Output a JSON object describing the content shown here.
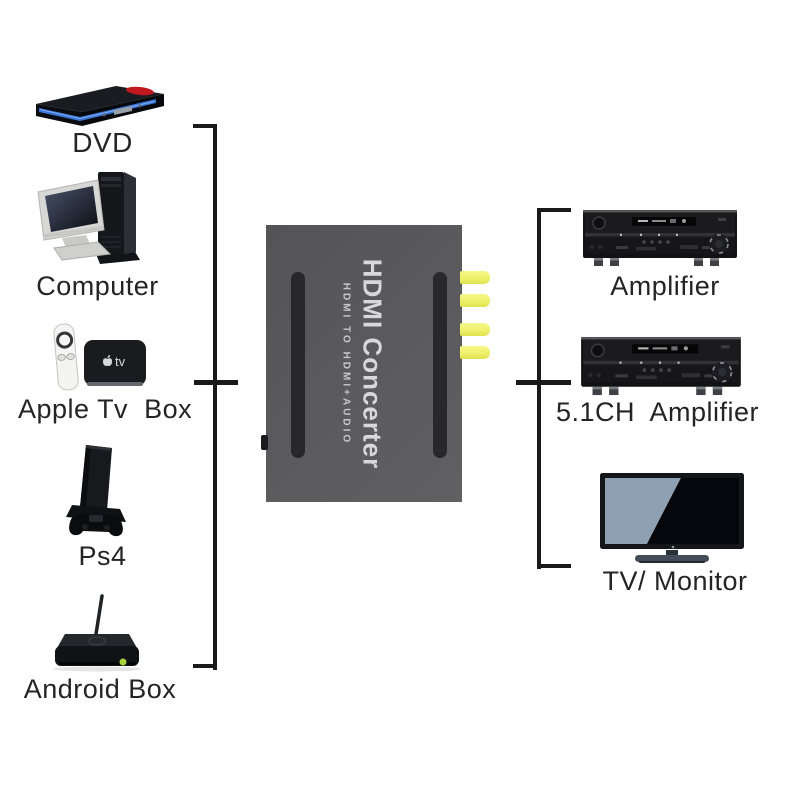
{
  "diagram": {
    "converter": {
      "title": "HDMI Concerter",
      "subtitle": "HDMI TO HDMI+AUDIO",
      "ports": [
        "rca-audio-out-1",
        "rca-audio-out-2",
        "rca-audio-out-3",
        "rca-audio-out-4"
      ]
    },
    "sources": [
      {
        "label": "DVD",
        "icon": "dvd-player-icon"
      },
      {
        "label": "Computer",
        "icon": "desktop-computer-icon"
      },
      {
        "label": "Apple Tv  Box",
        "icon": "apple-tv-box-icon"
      },
      {
        "label": "Ps4",
        "icon": "ps4-console-icon"
      },
      {
        "label": "Android Box",
        "icon": "android-box-icon"
      }
    ],
    "outputs": [
      {
        "label": "Amplifier",
        "icon": "av-receiver-icon"
      },
      {
        "label": "5.1CH  Amplifier",
        "icon": "av-receiver-icon"
      },
      {
        "label": "TV/ Monitor",
        "icon": "tv-monitor-icon"
      }
    ],
    "colors": {
      "bracket_line": "#1a1a1a",
      "label_text": "#242424",
      "converter_body": "#59595b",
      "converter_vent": "#28282b",
      "rca_connector_yellow": "#eef06c",
      "dvd_stripe_blue": "#3b74d8",
      "dvd_logo_red": "#c21820",
      "android_led_green": "#a6d23c",
      "tv_screen_blue_gray": "#8fa0b2"
    }
  }
}
